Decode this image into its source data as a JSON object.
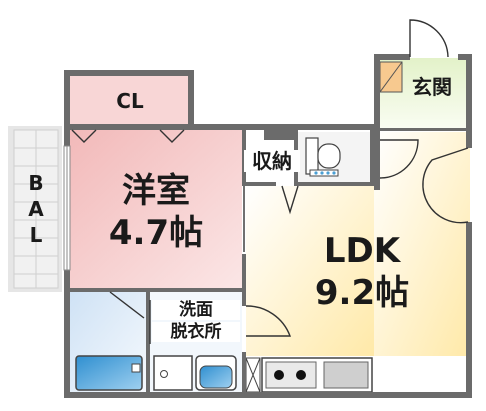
{
  "rooms": {
    "youshitsu": {
      "name": "洋室",
      "size": "4.7帖"
    },
    "ldk": {
      "name": "LDK",
      "size": "9.2帖"
    },
    "closet": {
      "name": "CL"
    },
    "shuno": {
      "name": "収納"
    },
    "genkan": {
      "name": "玄関"
    },
    "senmen": {
      "name_line1": "洗面",
      "name_line2": "脱衣所"
    },
    "balcony": {
      "name_chars": [
        "B",
        "A",
        "L"
      ]
    }
  },
  "colors": {
    "youshitsu": "#f7cfcf",
    "ldk": "#fff0c4",
    "genkan": "#eaf5d4",
    "bath": "#dbeaf7",
    "balcony": "#e0e0e0",
    "wall": "#6b6b6b",
    "fixture_blue": "#4a9fd4"
  }
}
